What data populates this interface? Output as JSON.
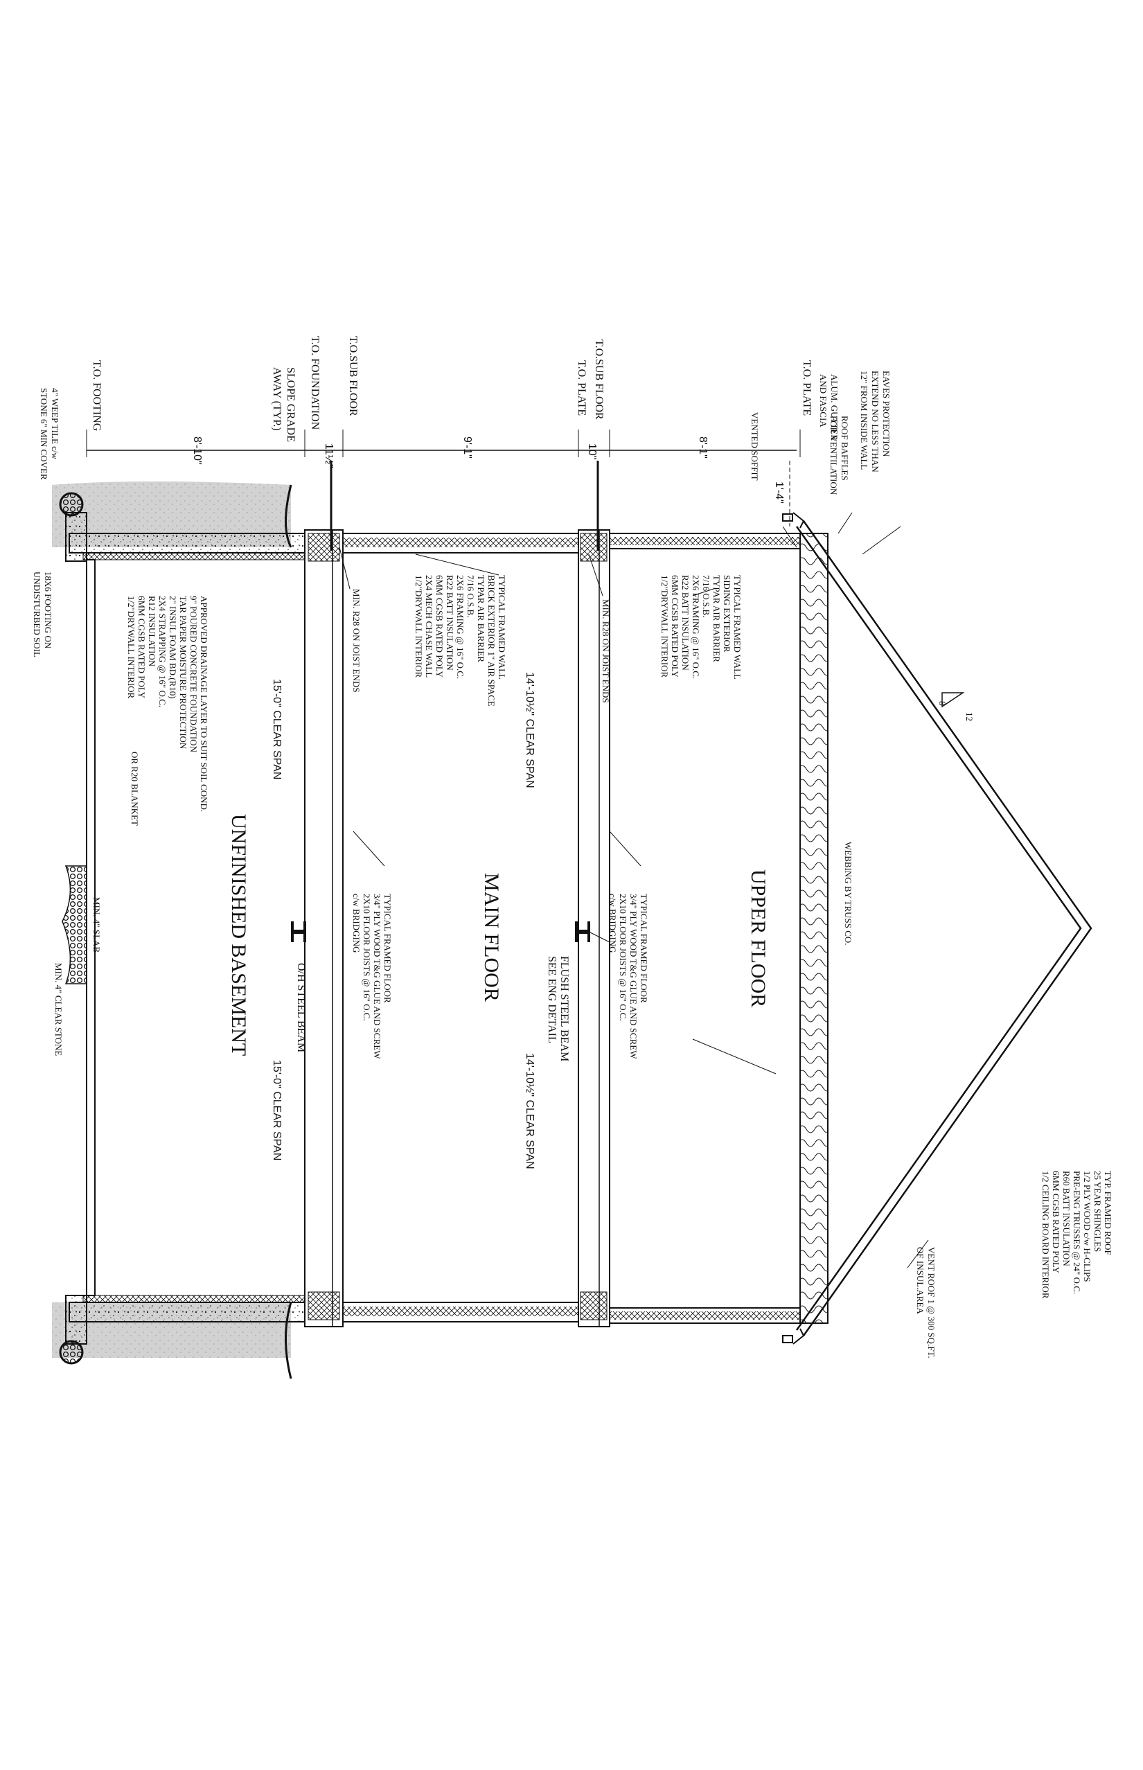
{
  "levels": {
    "t_o_plate_top": "T.O. PLATE",
    "t_o_sub_floor_upper": "T.O.SUB FLOOR",
    "t_o_plate_main": "T.O. PLATE",
    "t_o_sub_floor_main": "T.O.SUB FLOOR",
    "t_o_foundation": "T.O. FOUNDATION",
    "t_o_footing": "T.O. FOOTING"
  },
  "dimensions": {
    "upper_height": "8'-1\"",
    "main_height": "9'-1\"",
    "basement_height": "8'-10\"",
    "upper_joist": "10\"",
    "main_joist": "11½\"",
    "soffit_drop": "1'-4\"",
    "upper_span_left": "14'-10½\" CLEAR SPAN",
    "upper_span_right": "14'-10½\" CLEAR SPAN",
    "basement_span_left": "15'-0\" CLEAR SPAN",
    "basement_span_right": "15'-0\" CLEAR SPAN"
  },
  "rooms": {
    "upper": "UPPER FLOOR",
    "main": "MAIN FLOOR",
    "basement": "UNFINISHED BASEMENT"
  },
  "notes": {
    "eaves": [
      "EAVES PROTECTION",
      "EXTEND NO LESS THAN",
      "12\" FROM INSIDE WALL"
    ],
    "roof_baffles": [
      "ROOF BAFFLES",
      "FOR VENTILATION"
    ],
    "gutter": [
      "ALUM. GUTTER",
      "AND FASCIA"
    ],
    "vented_soffit": "VENTED SOFFIT",
    "slope_grade": [
      "SLOPE GRADE",
      "AWAY (TYP.)"
    ],
    "weep_tile": [
      "4\" WEEP TILE c/w",
      "STONE 6\" MIN COVER"
    ],
    "footing": [
      "18X6 FOOTING ON",
      "UNDISTURBED SOIL"
    ],
    "wall_upper": [
      "TYPICAL FRAMED WALL",
      "SIDING EXTERIOR",
      "TYPAR AIR BARRIER",
      "7/16 O.S.B.",
      "2X6 FRAMING @ 16\" O.C.",
      "R22 BATT INSULATION",
      "6MM CGSB RATED POLY",
      "1/2\"DRYWALL INTERIOR"
    ],
    "joist_r28_upper": "MIN. R28 ON JOIST ENDS",
    "wall_main": [
      "TYPICAL FRAMED WALL",
      "BRICK EXTERIOR 1\" AIR SPACE",
      "TYPAR AIR BARRIER",
      "7/16 O.S.B.",
      "2X6 FRAMING @ 16\" O.C.",
      "R22 BATT INSULATION",
      "6MM CGSB RATED POLY",
      "2X4 MECH CHASE WALL",
      "1/2\"DRYWALL INTERIOR"
    ],
    "joist_r28_main": "MIN. R28 ON JOIST ENDS",
    "foundation": [
      "APPROVED DRAINAGE LAYER TO SUIT SOIL COND.",
      "9\" POURED CONCRETE FOUNDATION",
      "TAR PAPER MOISTURE PROTECTION",
      "2\" INSUL FOAM BD.(R10)",
      "2X4 STRAPPING @ 16\" O.C.",
      "R12 INSULATION",
      "6MM CGSB RATED POLY",
      "1/2\"DRYWALL INTERIOR"
    ],
    "r20_blanket": "OR R20 BLANKET",
    "webbing": "WEBBING BY TRUSS CO.",
    "floor_upper": [
      "TYPICAL FRAMED FLOOR",
      "3/4\" PLY WOOD T&G GLUE AND SCREW",
      "2X10 FLOOR JOISTS @ 16\" O.C.",
      "c/w BRIDGING"
    ],
    "floor_main": [
      "TYPICAL FRAMED FLOOR",
      "3/4\" PLY WOOD T&G GLUE AND SCREW",
      "2X10 FLOOR JOISTS @ 16\" O.C.",
      "c/w BRIDGING"
    ],
    "flush_beam": [
      "FLUSH STEEL BEAM",
      "SEE ENG DETAIL"
    ],
    "oh_beam": "O/H STEEL BEAM",
    "slab": "MIN. 4\" SLAB",
    "clear_stone": "MIN. 4\" CLEAR STONE",
    "roof": [
      "TYP. FRAMED ROOF",
      "25 YEAR SHINGLES",
      "1/2 PLY WOOD c/w H-CLIPS",
      "PRE-ENG TRUSSES @ 24\" O.C.",
      "R60 BATT INSULATION",
      "6MM CGSB RATED POLY",
      "1/2 CEILING BOARD INTERIOR"
    ],
    "vent_roof": [
      "VENT ROOF 1 @ 300 SQ.FT.",
      "OF INSUL.AREA"
    ],
    "pitch_rise": "8",
    "pitch_run": "12"
  },
  "colors": {
    "ink": "#111111",
    "soil": "#cfcfcf",
    "paper": "#ffffff"
  }
}
